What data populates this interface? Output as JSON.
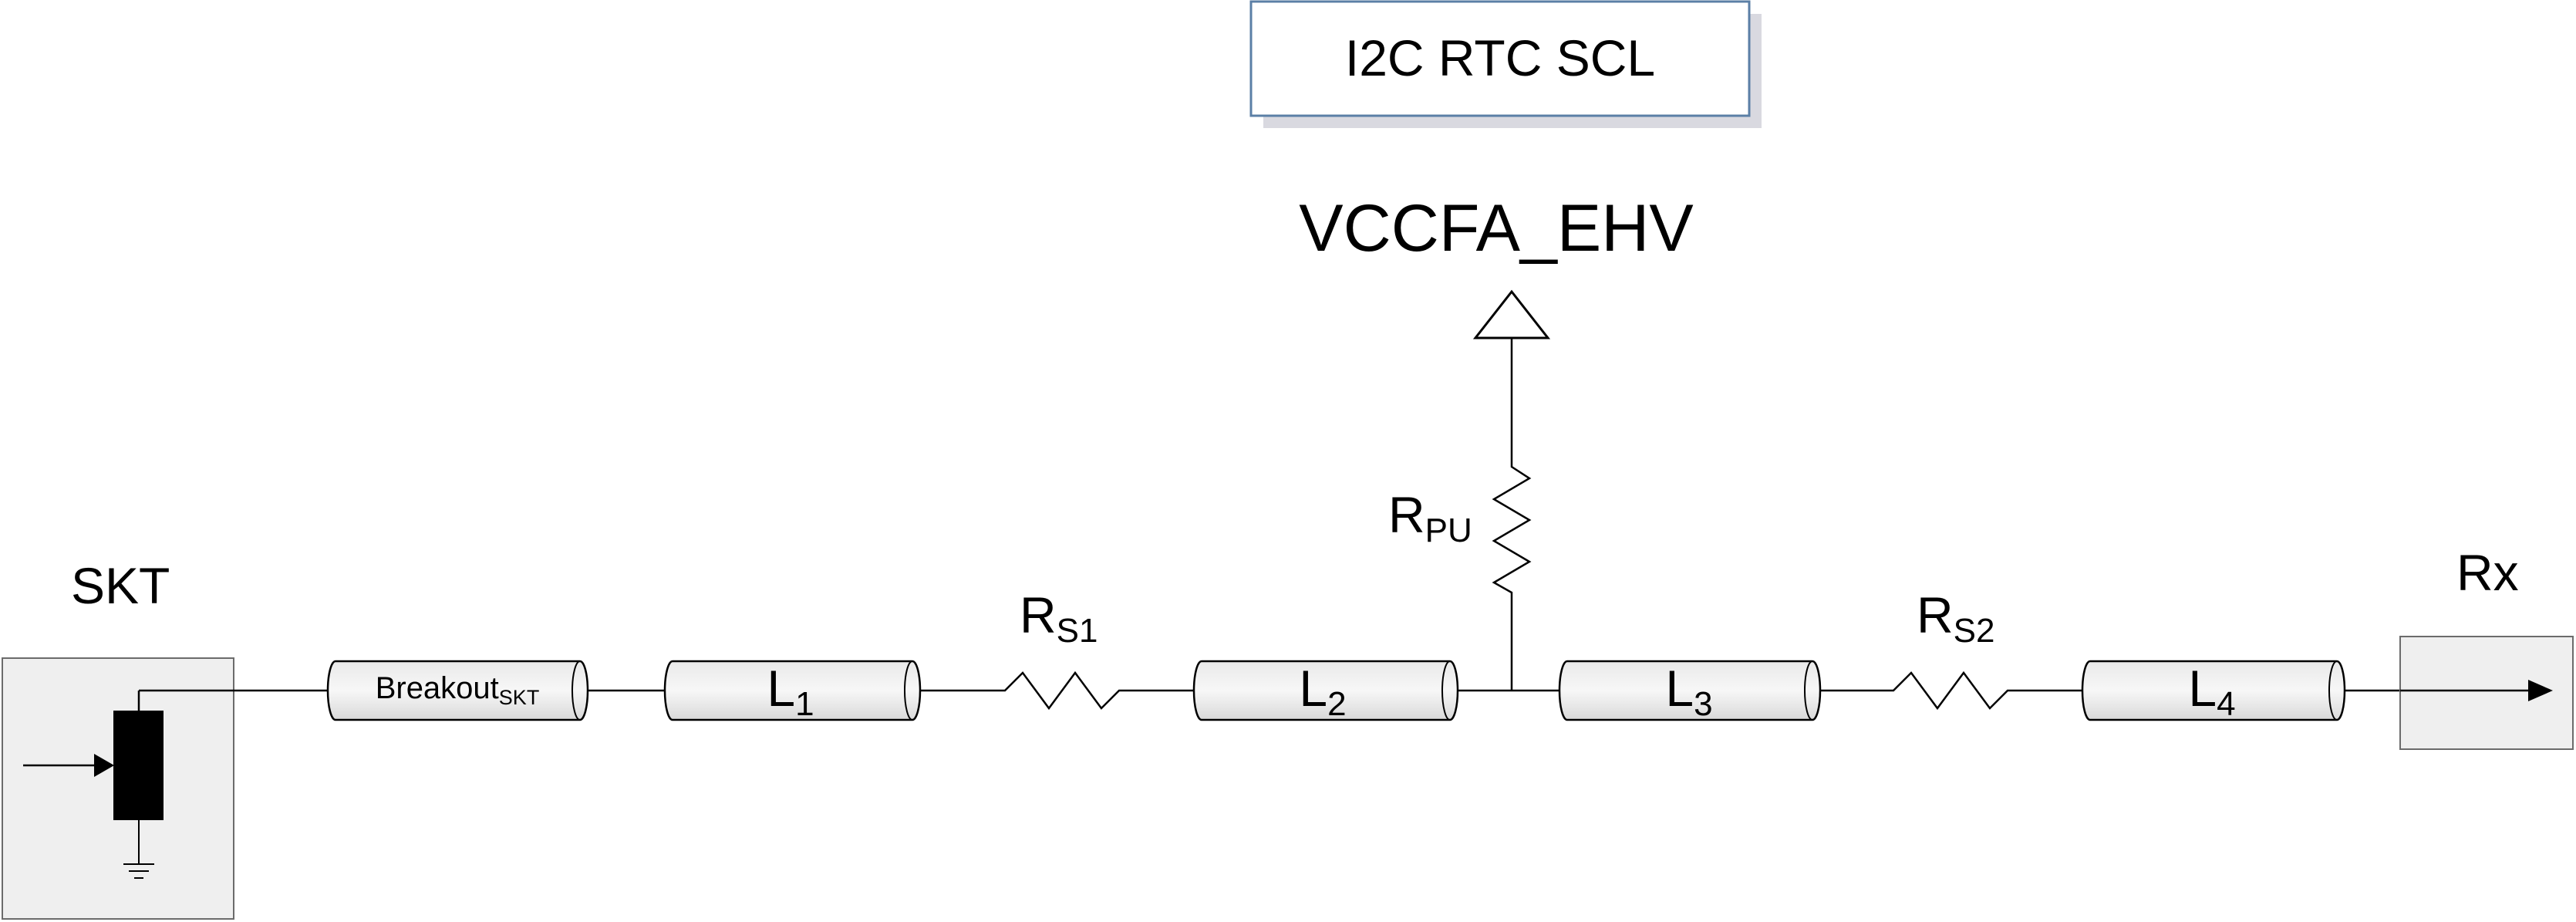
{
  "title": "I2C RTC SCL",
  "supply": "VCCFA_EHV",
  "source": {
    "label": "SKT"
  },
  "receiver": {
    "label": "Rx"
  },
  "pullup": {
    "base": "R",
    "sub": "PU"
  },
  "series_resistors": [
    {
      "base": "R",
      "sub": "S1"
    },
    {
      "base": "R",
      "sub": "S2"
    }
  ],
  "segments": [
    {
      "base": "Breakout",
      "sub": "SKT"
    },
    {
      "base": "L",
      "sub": "1"
    },
    {
      "base": "L",
      "sub": "2"
    },
    {
      "base": "L",
      "sub": "3"
    },
    {
      "base": "L",
      "sub": "4"
    }
  ]
}
